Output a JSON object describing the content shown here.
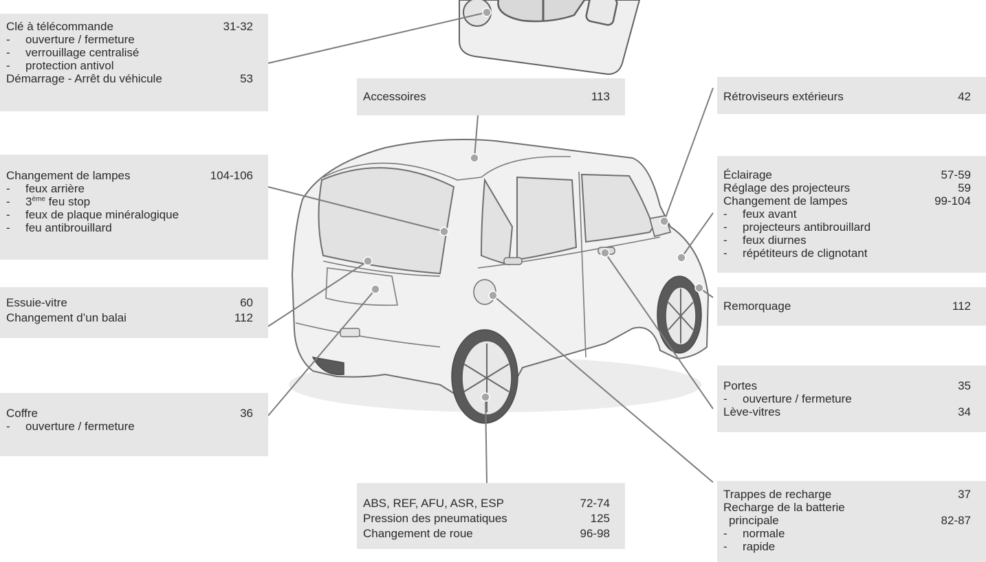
{
  "boxes": {
    "key": {
      "rows": [
        {
          "label": "Clé à télécommande",
          "page": "31-32"
        },
        {
          "sub": "ouverture / fermeture"
        },
        {
          "sub": "verrouillage centralisé"
        },
        {
          "sub": "protection antivol"
        },
        {
          "label": "Démarrage - Arrêt du véhicule",
          "page": "53"
        }
      ]
    },
    "accessories": {
      "label": "Accessoires",
      "page": "113"
    },
    "mirrors": {
      "label": "Rétroviseurs extérieurs",
      "page": "42"
    },
    "rear_lamps": {
      "label": "Changement de lampes",
      "page": "104-106",
      "subs": [
        "feux arrière",
        "3",
        "ème",
        " feu stop",
        "feux de plaque minéralogique",
        "feu antibrouillard"
      ]
    },
    "lighting": {
      "rows": [
        {
          "label": "Éclairage",
          "page": "57-59"
        },
        {
          "label": "Réglage des projecteurs",
          "page": "59"
        },
        {
          "label": "Changement de lampes",
          "page": "99-104"
        }
      ],
      "subs": [
        "feux avant",
        "projecteurs antibrouillard",
        "feux diurnes",
        "répétiteurs de clignotant"
      ]
    },
    "wiper": {
      "rows": [
        {
          "label": "Essuie-vitre",
          "page": "60"
        },
        {
          "label": "Changement d’un balai",
          "page": "112"
        }
      ]
    },
    "towing": {
      "label": "Remorquage",
      "page": "112"
    },
    "boot": {
      "label": "Coffre",
      "page": "36",
      "sub": "ouverture / fermeture"
    },
    "doors": {
      "label": "Portes",
      "page": "35",
      "sub": "ouverture / fermeture",
      "label2": "Lève-vitres",
      "page2": "34"
    },
    "wheels": {
      "rows": [
        {
          "label": "ABS, REF, AFU, ASR, ESP",
          "page": "72-74"
        },
        {
          "label": "Pression des pneumatiques",
          "page": "125"
        },
        {
          "label": "Changement de roue",
          "page": "96-98"
        }
      ]
    },
    "charging": {
      "label": "Trappes de recharge",
      "page": "37",
      "label2a": "Recharge de la batterie",
      "label2b": "principale",
      "page2": "82-87",
      "subs": [
        "normale",
        "rapide"
      ]
    }
  },
  "dash": "-"
}
